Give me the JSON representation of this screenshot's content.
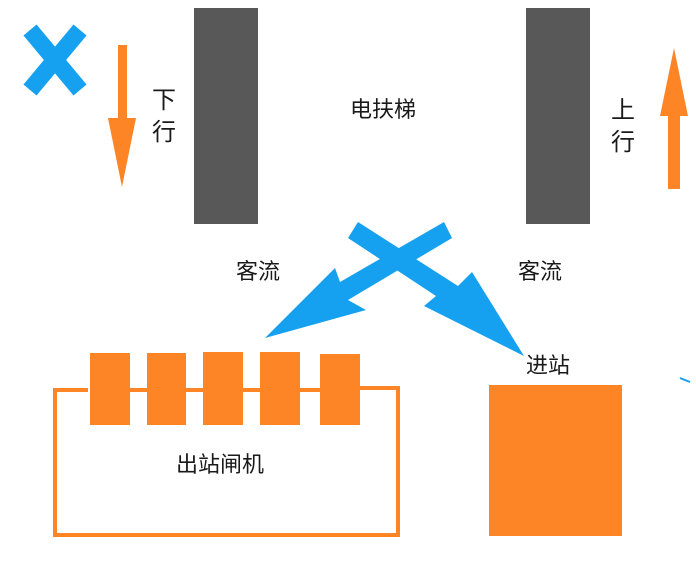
{
  "labels": {
    "escalator": "电扶梯",
    "down": "下行",
    "up": "上行",
    "flow_left": "客流",
    "flow_right": "客流",
    "entry": "进站",
    "exit_gates": "出站闸机"
  },
  "colors": {
    "escalator": "#585858",
    "orange": "#fd8526",
    "blue": "#16a1f0",
    "text": "#1a1a1a"
  },
  "icons": {
    "cross": "blue-cross-icon",
    "down_arrow": "down-arrow-icon",
    "up_arrow": "up-arrow-icon"
  },
  "gates": {
    "count": 5
  }
}
